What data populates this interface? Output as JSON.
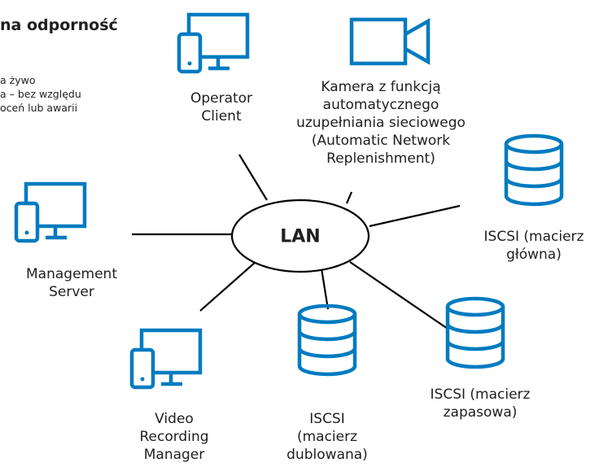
{
  "header": {
    "title": "na odporność",
    "description_lines": [
      "a żywo",
      "a – bez względu",
      "oceń lub awarii"
    ]
  },
  "hub": {
    "label": "LAN"
  },
  "nodes": {
    "operator_client": {
      "icon": "computer-phone-icon",
      "lines": [
        "Operator",
        "Client"
      ]
    },
    "camera": {
      "icon": "video-camera-icon",
      "lines": [
        "Kamera z funkcją",
        "automatycznego",
        "uzupełniania sieciowego",
        "(Automatic Network",
        "Replenishment)"
      ]
    },
    "management_server": {
      "icon": "computer-phone-icon",
      "lines": [
        "Management",
        "Server"
      ]
    },
    "iscsi_main": {
      "icon": "database-icon",
      "lines": [
        "ISCSI (macierz",
        "główna)"
      ]
    },
    "vrm": {
      "icon": "computer-phone-icon",
      "lines": [
        "Video",
        "Recording",
        "Manager"
      ]
    },
    "iscsi_dup": {
      "icon": "database-icon",
      "lines": [
        "ISCSI",
        "(macierz",
        "dublowana)"
      ]
    },
    "iscsi_backup": {
      "icon": "database-icon",
      "lines": [
        "ISCSI (macierz",
        "zapasowa)"
      ]
    }
  },
  "colors": {
    "icon_blue": "#007bc0",
    "line": "#000000",
    "text": "#1f1f1f"
  }
}
